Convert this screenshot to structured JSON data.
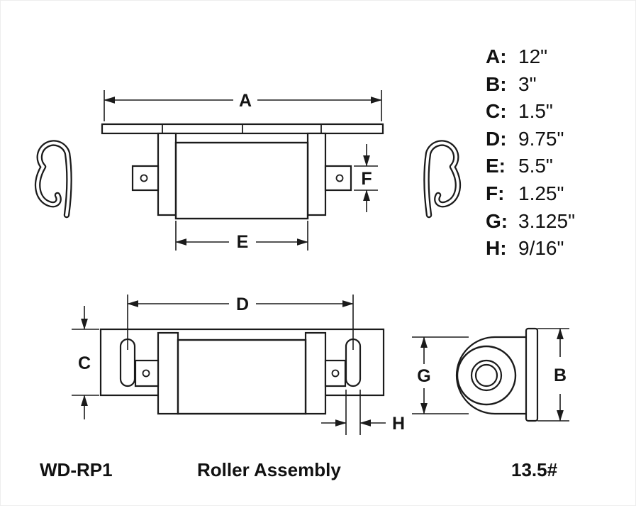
{
  "colors": {
    "line": "#1b1b1b",
    "background": "#ffffff"
  },
  "callouts": {
    "A": "A",
    "B": "B",
    "C": "C",
    "D": "D",
    "E": "E",
    "F": "F",
    "G": "G",
    "H": "H"
  },
  "dim_table": {
    "rows": [
      {
        "label": "A:",
        "value": "12\""
      },
      {
        "label": "B:",
        "value": "3\""
      },
      {
        "label": "C:",
        "value": "1.5\""
      },
      {
        "label": "D:",
        "value": "9.75\""
      },
      {
        "label": "E:",
        "value": "5.5\""
      },
      {
        "label": "F:",
        "value": "1.25\""
      },
      {
        "label": "G:",
        "value": "3.125\""
      },
      {
        "label": "H:",
        "value": "9/16\""
      }
    ]
  },
  "footer": {
    "part_number": "WD-RP1",
    "product_name": "Roller Assembly",
    "weight": "13.5#"
  }
}
